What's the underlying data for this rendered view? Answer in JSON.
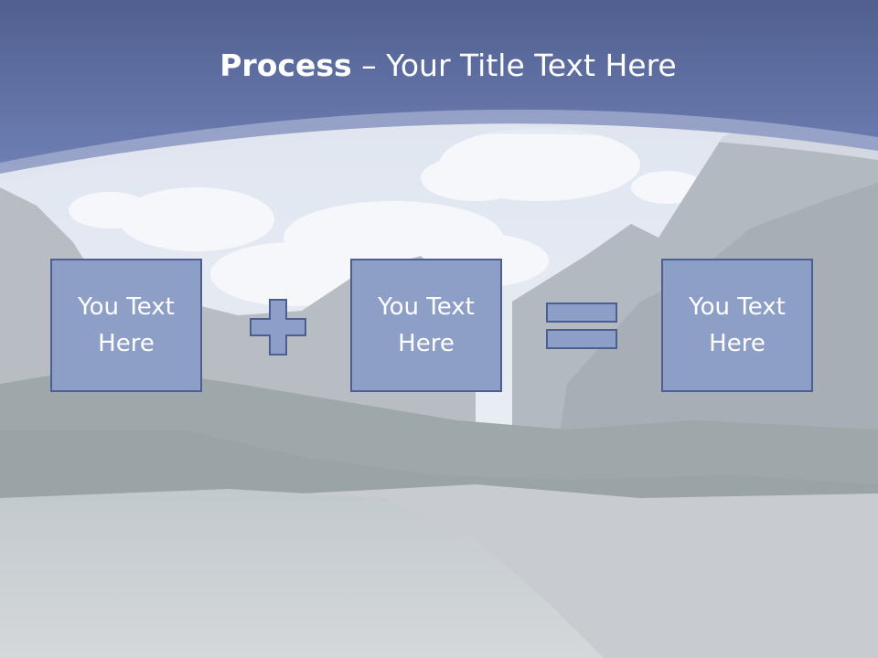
{
  "slide": {
    "title_bold": "Process",
    "title_rest": " – Your Title Text Here",
    "steps": [
      {
        "text": "You Text Here"
      },
      {
        "text": "You Text Here"
      },
      {
        "text": "You Text Here"
      }
    ],
    "operators": [
      "plus-icon",
      "equals-icon"
    ]
  },
  "colors": {
    "header": "#6475ab",
    "box_fill": "#8e9fc7",
    "box_border": "#4c5f92"
  }
}
